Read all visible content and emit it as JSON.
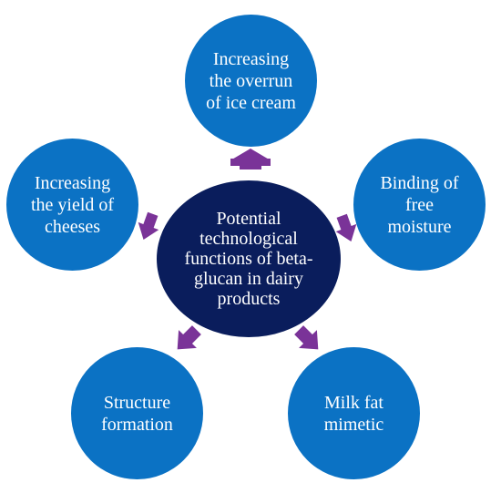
{
  "diagram": {
    "colors": {
      "outer_node": "#0b72c4",
      "center_node": "#0a1d5c",
      "arrow": "#7a3398",
      "text": "#ffffff"
    },
    "center": {
      "label": "Potential\ntechnological\nfunctions of beta-\nglucan in dairy\nproducts"
    },
    "nodes": [
      {
        "id": "overrun",
        "label": "Increasing\nthe overrun\nof ice cream"
      },
      {
        "id": "moisture",
        "label": "Binding of\nfree\nmoisture"
      },
      {
        "id": "milkfat",
        "label": "Milk fat\nmimetic"
      },
      {
        "id": "structure",
        "label": "Structure\nformation"
      },
      {
        "id": "yield",
        "label": "Increasing\nthe yield of\ncheeses"
      }
    ]
  }
}
